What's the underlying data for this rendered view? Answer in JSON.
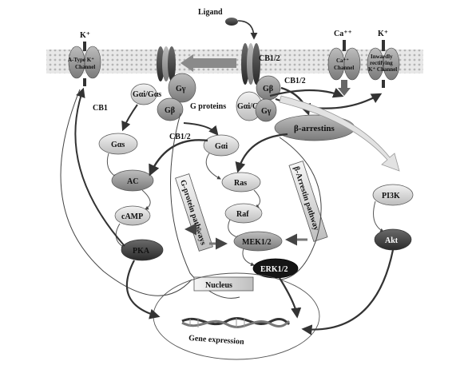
{
  "ligand": "Ligand",
  "receptor_label_top": "CB1/2",
  "receptor_label_right": "CB1/2",
  "cb1_label": "CB1",
  "cb12_mid_label": "CB1/2",
  "g_proteins_label": "G proteins",
  "g_subunits": {
    "alpha_left": "Gαi/Gαs",
    "gamma_left": "Gγ",
    "beta_left": "Gβ",
    "beta_right": "Gβ",
    "alpha_right": "Gαi/Gαs",
    "gamma_right": "Gγ"
  },
  "channels": {
    "a_type": {
      "ion": "K⁺",
      "label_lines": [
        "A-Type K⁺",
        "Channel"
      ]
    },
    "ca": {
      "ion": "Ca⁺⁺",
      "label_lines": [
        "Ca⁺⁺",
        "Channel"
      ]
    },
    "inward": {
      "ion": "K⁺",
      "label_lines": [
        "Inwardly",
        "rectifying",
        "K⁺ Channel"
      ]
    }
  },
  "nodes": {
    "gas": "Gαs",
    "gai": "Gαi",
    "ac": "AC",
    "camp": "cAMP",
    "pka": "PKA",
    "ras": "Ras",
    "raf": "Raf",
    "mek": "MEK1/2",
    "erk": "ERK1/2",
    "barr": "β-arrestins",
    "pi3k": "PI3K",
    "akt": "Akt"
  },
  "pathway_boxes": {
    "g_protein": "G-protein pathways",
    "b_arrestin": "β-Arrestin pathway"
  },
  "nucleus": "Nucleus",
  "gene_expression": "Gene expression",
  "colors": {
    "membrane": "#e6e6e6",
    "membrane_dot": "#b8b8b8",
    "light_node": "#d9d9d9",
    "mid_node": "#9a9a9a",
    "dark_node": "#3a3a3a",
    "black_node": "#111111",
    "receptor": "#6e6e6e"
  }
}
